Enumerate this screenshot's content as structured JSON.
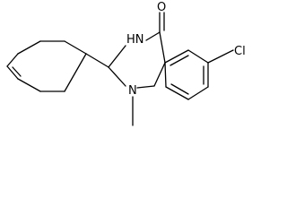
{
  "structure": {
    "atom_labels": {
      "oxygen": "O",
      "nh": "HN",
      "n_methyl": "N",
      "chlorine": "Cl"
    },
    "bond_color": "#000000",
    "background_color": "#ffffff"
  }
}
